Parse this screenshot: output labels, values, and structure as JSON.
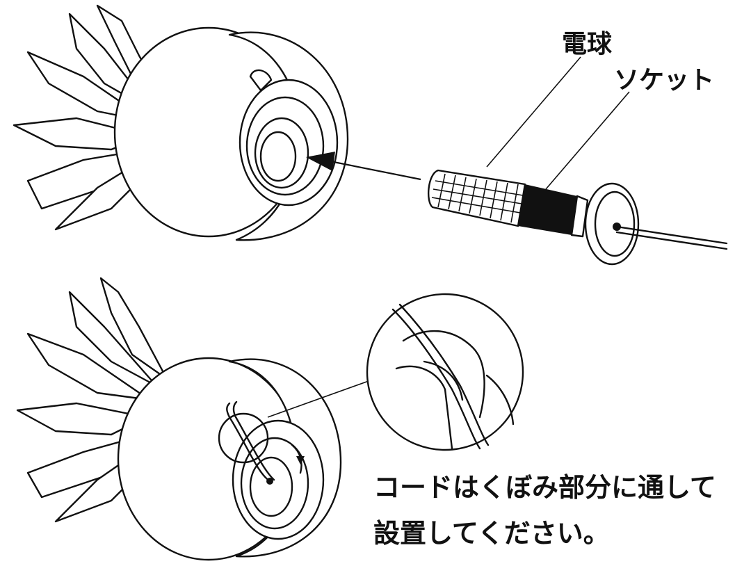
{
  "labels": {
    "bulb": "電球",
    "socket": "ソケット"
  },
  "instruction": {
    "line1": "コードはくぼみ部分に通して",
    "line2": "設置してください。"
  },
  "colors": {
    "ink": "#111111",
    "background": "#ffffff"
  }
}
